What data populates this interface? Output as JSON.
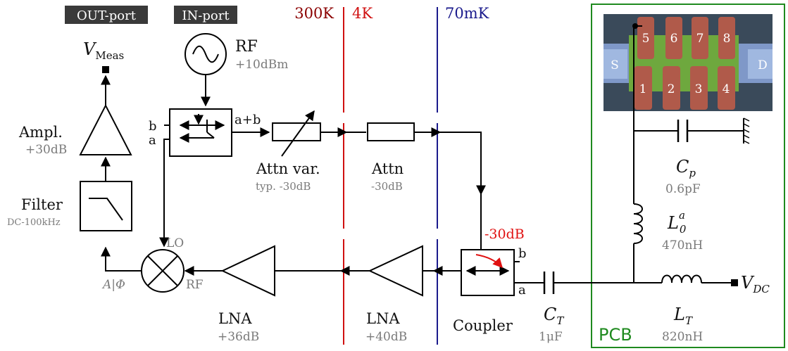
{
  "ports": {
    "out_port": "OUT-port",
    "in_port": "IN-port",
    "v_meas_main": "V",
    "v_meas_sub": "Meas"
  },
  "temperatures": {
    "t300k": "300K",
    "t4k": "4K",
    "t70mk": "70mK",
    "colors": {
      "t300k": "#8b0000",
      "t4k": "#d01010",
      "t70mk": "#1a1a8c"
    }
  },
  "source": {
    "label": "RF",
    "power": "+10dBm"
  },
  "mixer_ports": {
    "a_plus_b": "a+b",
    "b": "b",
    "a": "a",
    "lo": "LO",
    "rf": "RF",
    "out": "A|Φ"
  },
  "attn_var": {
    "label": "Attn var.",
    "value": "typ. -30dB"
  },
  "attn": {
    "label": "Attn",
    "value": "-30dB"
  },
  "amplifier": {
    "label": "Ampl.",
    "gain": "+30dB"
  },
  "filter": {
    "label": "Filter",
    "band": "DC-100kHz"
  },
  "lna_300k": {
    "label": "LNA",
    "gain": "+36dB"
  },
  "lna_4k": {
    "label": "LNA",
    "gain": "+40dB"
  },
  "coupler": {
    "label": "Coupler",
    "coupling": "-30dB",
    "port_b": "b",
    "port_a": "a"
  },
  "ct": {
    "main": "C",
    "sub": "T",
    "value": "1μF"
  },
  "cp": {
    "main": "C",
    "sub": "p",
    "value": "0.6pF"
  },
  "l0": {
    "main": "L",
    "sub": "0",
    "sup": "a",
    "value": "470nH"
  },
  "lt": {
    "main": "L",
    "sub": "T",
    "value": "820nH"
  },
  "vdc": {
    "main": "V",
    "sub": "DC"
  },
  "pcb": {
    "label": "PCB",
    "color": "#1f8a1f"
  },
  "device": {
    "source": "S",
    "drain": "D",
    "gates_top": [
      "5",
      "6",
      "7",
      "8"
    ],
    "gates_bottom": [
      "1",
      "2",
      "3",
      "4"
    ]
  }
}
